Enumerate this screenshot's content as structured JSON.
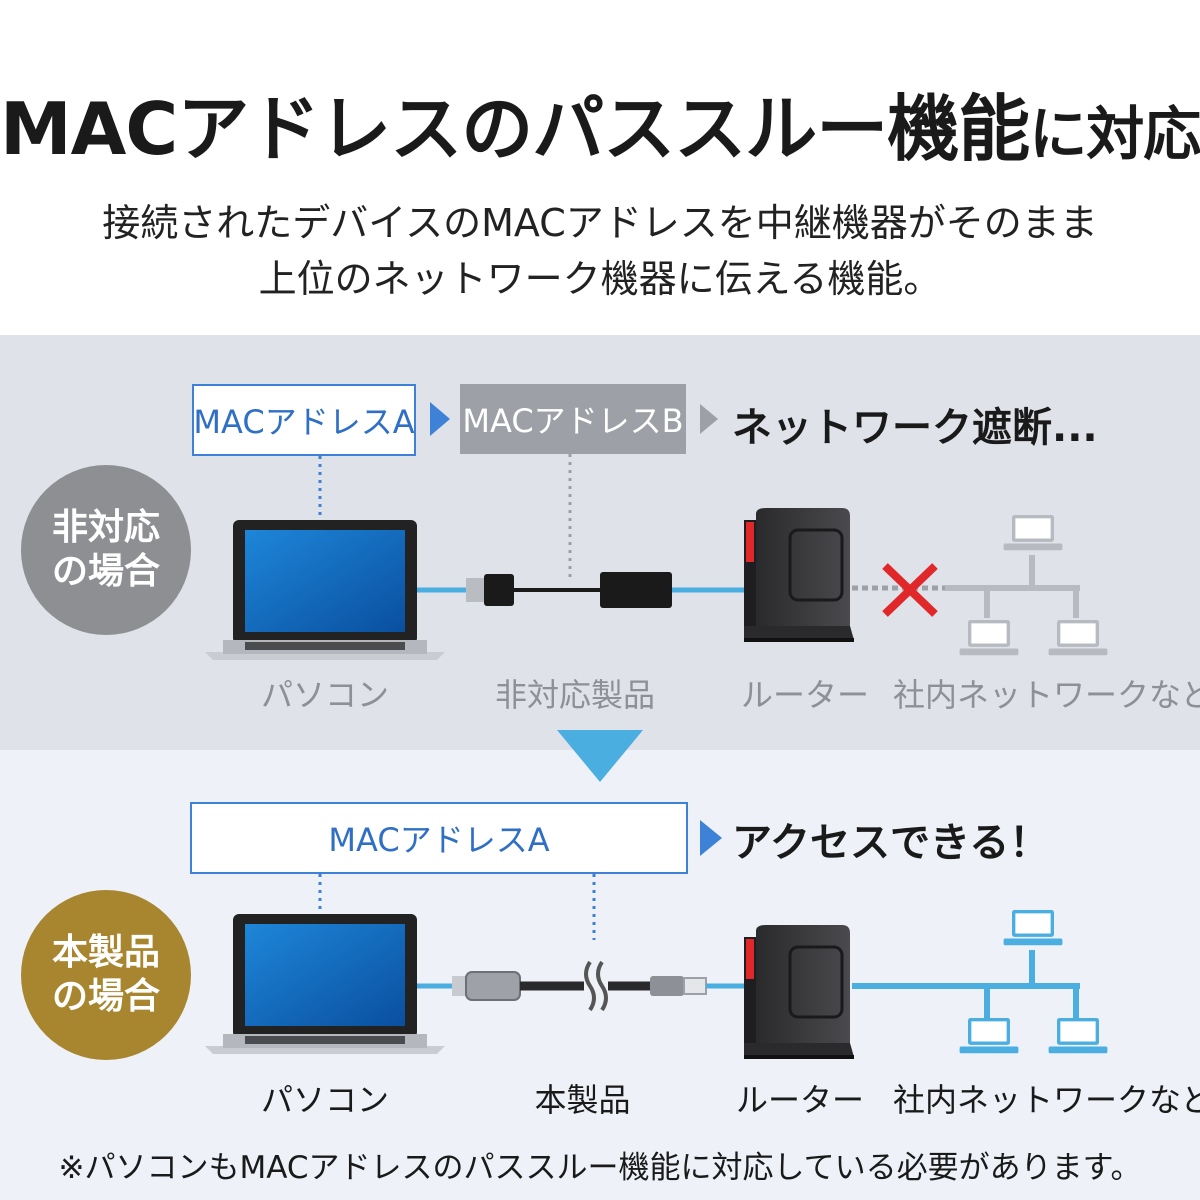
{
  "title": {
    "main": "MACアドレスのパススルー機能",
    "suffix": "に対応"
  },
  "subtitle": {
    "line1": "接続されたデバイスのMACアドレスを中継機器がそのまま",
    "line2": "上位のネットワーク機器に伝える機能。"
  },
  "unsupported": {
    "badge_line1": "非対応",
    "badge_line2": "の場合",
    "mac_pc": "MACアドレスA",
    "mac_device": "MACアドレスB",
    "result": "ネットワーク遮断...",
    "labels": {
      "pc": "パソコン",
      "device": "非対応製品",
      "router": "ルーター",
      "network": "社内ネットワークなど"
    }
  },
  "supported": {
    "badge_line1": "本製品",
    "badge_line2": "の場合",
    "mac": "MACアドレスA",
    "result": "アクセスできる！",
    "labels": {
      "pc": "パソコン",
      "device": "本製品",
      "router": "ルーター",
      "network": "社内ネットワークなど"
    }
  },
  "note": "※パソコンもMACアドレスのパススルー機能に対応している必要があります。",
  "colors": {
    "accent_blue": "#3d82d6",
    "cable_blue": "#4aaee0",
    "block_red": "#e0282a",
    "gold": "#a88630",
    "gray_badge": "#8d8f93"
  },
  "icons": [
    "laptop-icon",
    "router-icon",
    "network-icon",
    "cross-icon",
    "arrow-right-icon",
    "arrow-down-icon"
  ]
}
